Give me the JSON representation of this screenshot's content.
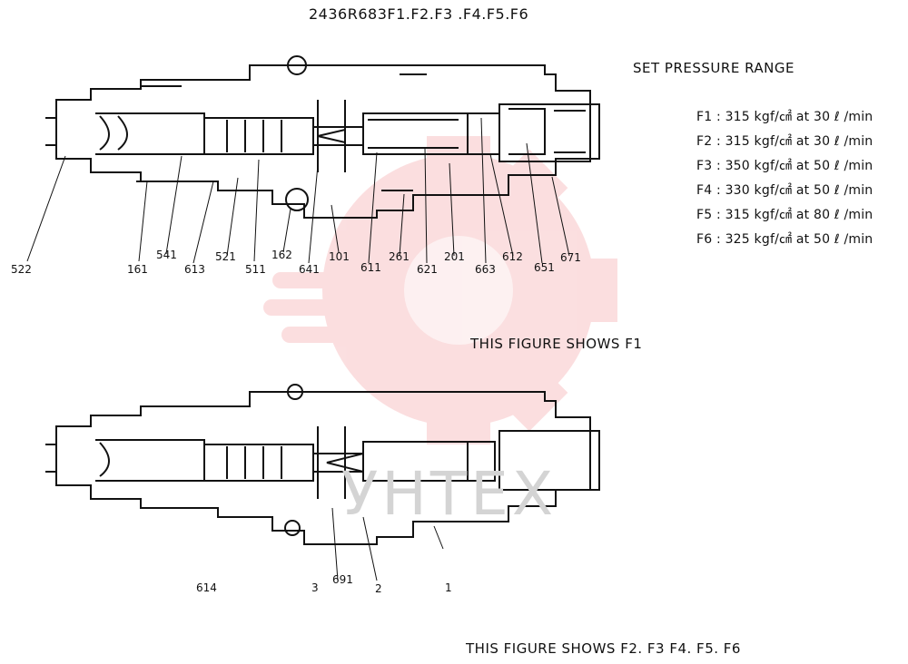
{
  "title": "2436R683F1.F2.F3 .F4.F5.F6",
  "set_pressure": {
    "heading": "SET PRESSURE RANGE",
    "lines": [
      "F1 : 315 kgf/㎠ at 30 ℓ /min",
      "F2 : 315 kgf/㎠ at 30 ℓ /min",
      "F3 : 350 kgf/㎠ at 50 ℓ /min",
      "F4 : 330 kgf/㎠ at 50 ℓ /min",
      "F5 : 315 kgf/㎠ at 80 ℓ /min",
      "F6 : 325 kgf/㎠ at 50 ℓ /min"
    ]
  },
  "figure1": {
    "caption": "THIS FIGURE SHOWS    F1",
    "part_numbers": [
      "522",
      "161",
      "541",
      "613",
      "521",
      "511",
      "162",
      "641",
      "101",
      "611",
      "261",
      "621",
      "201",
      "663",
      "612",
      "651",
      "671"
    ]
  },
  "figure2": {
    "caption": "THIS FIGURE SHOWS    F2. F3  F4. F5. F6",
    "part_numbers": [
      "614",
      "3",
      "691",
      "2",
      "1"
    ]
  },
  "watermark": {
    "text": "УНТЕХ",
    "color": "#e8383d"
  }
}
